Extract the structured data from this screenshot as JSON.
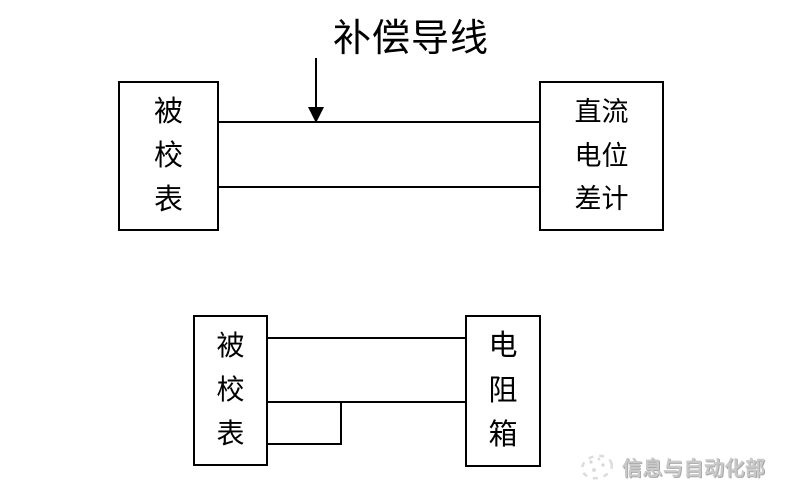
{
  "colors": {
    "stroke": "#000000",
    "background": "#ffffff",
    "watermark_text": "#c9c9c9"
  },
  "top_diagram": {
    "annotation": "补偿导线",
    "left_box": {
      "label": "被校表",
      "lines": [
        "被",
        "校",
        "表"
      ]
    },
    "right_box": {
      "label": "直流电位差计",
      "lines": [
        "直流",
        "电位",
        "差计"
      ]
    }
  },
  "bottom_diagram": {
    "left_box": {
      "label": "被校表",
      "lines": [
        "被",
        "校",
        "表"
      ]
    },
    "right_box": {
      "label": "电阻箱",
      "lines": [
        "电",
        "阻",
        "箱"
      ]
    }
  },
  "watermark": {
    "text": "信息与自动化部"
  }
}
